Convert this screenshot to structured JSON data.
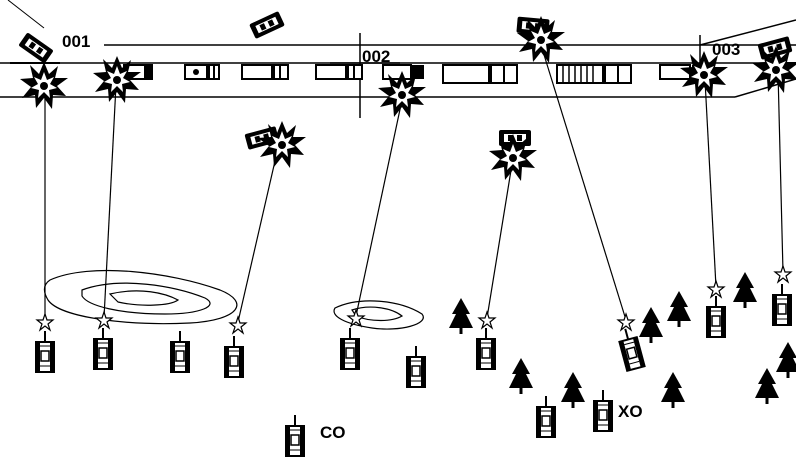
{
  "labels": {
    "tp1": "001",
    "tp2": "002",
    "tp3": "003",
    "commander": "CO",
    "executive_officer": "XO"
  },
  "colors": {
    "ink": "#000000",
    "background": "#ffffff"
  },
  "icons": [
    "tank-icon",
    "explosion-icon",
    "tree-icon",
    "truck-icon",
    "terrain-contour"
  ]
}
